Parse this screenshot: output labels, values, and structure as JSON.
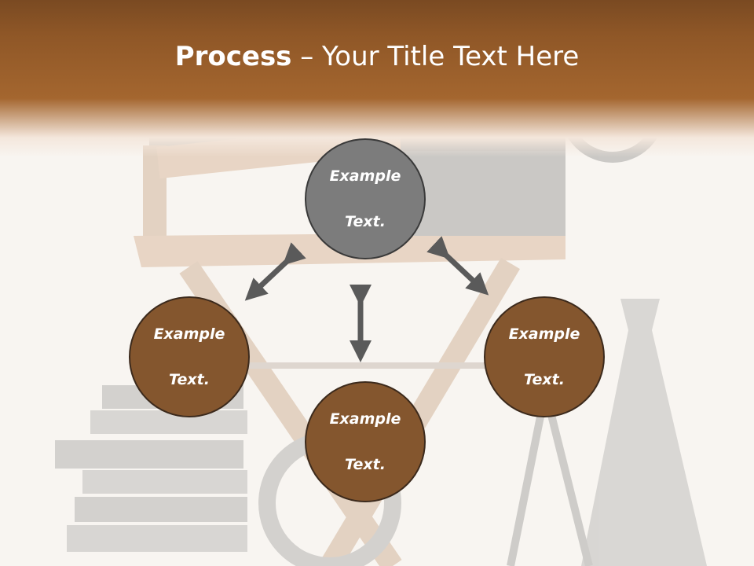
{
  "slide": {
    "title_bold": "Process",
    "title_rest": " – Your Title Text Here"
  },
  "nodes": {
    "center": {
      "line1": "Example",
      "line2": "Text."
    },
    "left": {
      "line1": "Example",
      "line2": "Text."
    },
    "bottom": {
      "line1": "Example",
      "line2": "Text."
    },
    "right": {
      "line1": "Example",
      "line2": "Text."
    }
  },
  "colors": {
    "header": "#9b5f2c",
    "center_node": "#7c7c7c",
    "outer_node": "#84562e",
    "arrow": "#5a5a5a"
  }
}
